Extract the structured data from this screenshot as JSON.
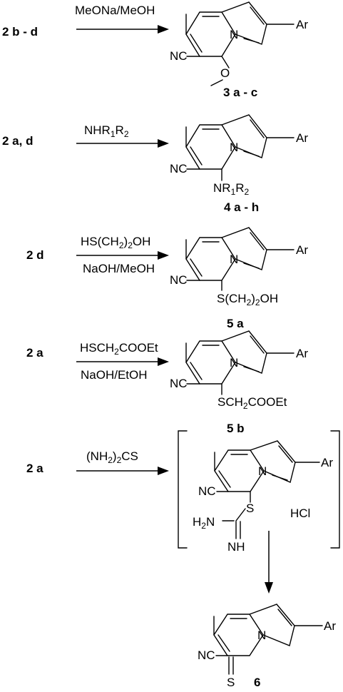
{
  "rows": [
    {
      "reactant": "2 b - d",
      "reagents": [
        "MeONa/MeOH"
      ],
      "substituent": "O",
      "substituent_tail": "methyl",
      "compound": "3 a - c"
    },
    {
      "reactant": "2 a, d",
      "reagents": [
        "NHR1R2"
      ],
      "substituent": "NR1R2",
      "compound": "4 a - h"
    },
    {
      "reactant": "2 d",
      "reagents": [
        "HS(CH2)2OH",
        "NaOH/MeOH"
      ],
      "substituent": "S(CH2)2OH",
      "compound": "5 a"
    },
    {
      "reactant": "2 a",
      "reagents": [
        "HSCH2COOEt",
        "NaOH/EtOH"
      ],
      "substituent": "SCH2COOEt",
      "compound": "5 b"
    },
    {
      "reactant": "2 a",
      "reagents": [
        "(NH2)2CS"
      ],
      "intermediate": {
        "amine": "H2N",
        "sulfur": "S",
        "imine": "NH",
        "salt": "HCl"
      },
      "product_substituent": "S",
      "compound": "6"
    }
  ],
  "common": {
    "nitrile": "NC",
    "ring_nitrogen": "N",
    "aryl": "Ar"
  }
}
